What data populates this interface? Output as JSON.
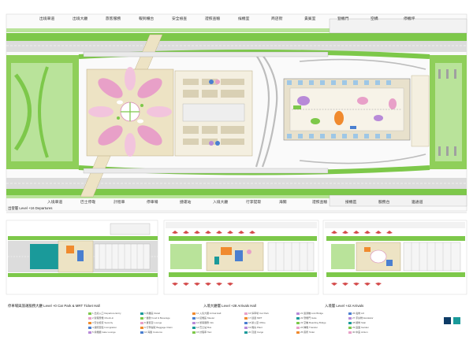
{
  "titles": {
    "departures": "出發層 Level +16 Departures",
    "carpark": "停車場與旅運服務大廳 Level +0 Car Park & MRT Ticket Hall",
    "arrivals_hall": "入境大廳層 Level +28 Arrivals Hall",
    "arrivals": "入境層 Level +42 Arrivals"
  },
  "colors": {
    "apron_green": "#7dc84a",
    "light_green": "#b9e39a",
    "road_gray": "#cfcfcf",
    "terminal_cream": "#ede3c4",
    "petal_pink": "#e8a0c8",
    "petal_purple": "#b88ad8",
    "accent_orange": "#f08a2e",
    "accent_blue": "#4a7fd0",
    "teal": "#1a9a9a",
    "dark_navy": "#0d3b66"
  },
  "legend_columns": [
    [
      "1 出境入口 Departure Entry",
      "2 辦理登機 Check-in",
      "3 安全檢查 Security",
      "4 證照查驗 Immigration",
      "5 候機廳 Gate Lounge",
      "6 商業區 Retail",
      "7 餐飲 Food & Beverage",
      "8 貴賓室 Lounge",
      "9 行李提取 Baggage Claim",
      "10 海關 Customs"
    ],
    [
      "11 入境大廳 Arrival Hall",
      "12 接機區 Meeter",
      "13 旅客服務 Info",
      "14 巴士站 Bus",
      "15 計程車 Taxi",
      "16 停車場 Car Park",
      "17 捷運 MRT",
      "18 辦公室 Office",
      "19 機房 Plant",
      "20 貨運 Cargo"
    ],
    [
      "21 連通橋 Link Bridge",
      "22 登機門 Gate",
      "23 空橋 Boarding Bridge",
      "24 轉機 Transfer",
      "25 廁所 Toilet",
      "26 電梯 Lift",
      "27 手扶梯 Escalator",
      "28 樓梯 Stair",
      "29 庭園 Garden",
      "30 中庭 Atrium"
    ]
  ],
  "callouts_top": [
    "出境車道",
    "出境大廳",
    "旅客服務",
    "報到櫃台",
    "安全檢查",
    "證照查驗",
    "候機室",
    "商店街",
    "貴賓室",
    "登機門",
    "空橋",
    "停機坪"
  ],
  "callouts_bottom": [
    "入境車道",
    "巴士停靠",
    "計程車",
    "停車場",
    "捷運站",
    "入境大廳",
    "行李提取",
    "海關",
    "證照查驗",
    "接機區",
    "服務台",
    "連通道"
  ]
}
